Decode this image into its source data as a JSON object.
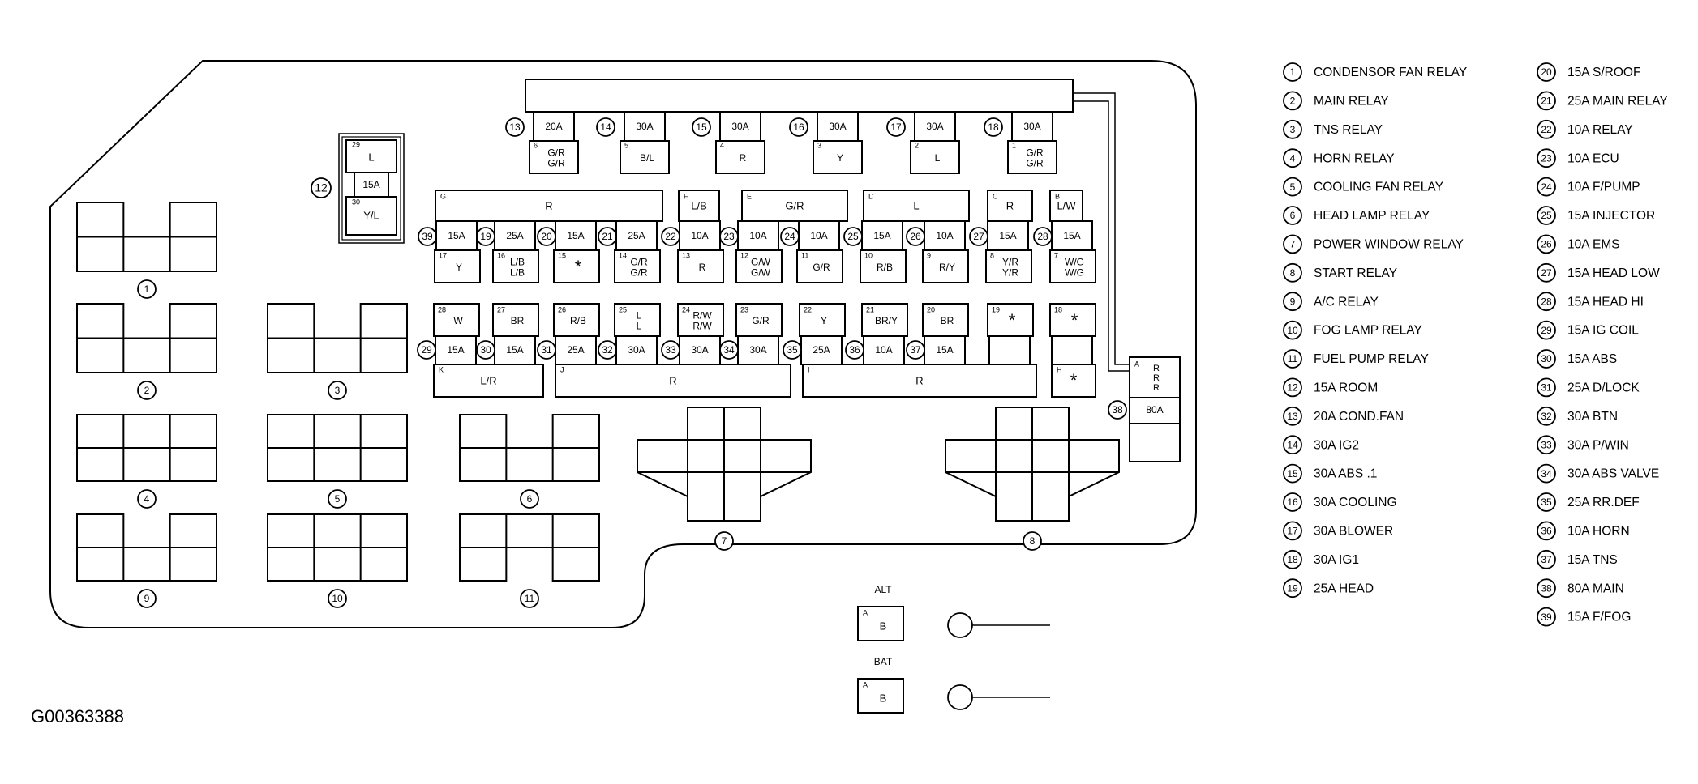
{
  "image_code": "G00363388",
  "relay_numbers": [
    "1",
    "2",
    "3",
    "4",
    "5",
    "6",
    "7",
    "8",
    "9",
    "10",
    "11",
    "12",
    "38"
  ],
  "small_relay_12": {
    "top": "L",
    "mid": "15A",
    "bot": "Y/L",
    "n_top": "29",
    "n_bot": "30"
  },
  "top_fuses": [
    {
      "num": "13",
      "amp": "20A",
      "pos": "6",
      "wire": "G/R G/R"
    },
    {
      "num": "14",
      "amp": "30A",
      "pos": "5",
      "wire": "B/L"
    },
    {
      "num": "15",
      "amp": "30A",
      "pos": "4",
      "wire": "R"
    },
    {
      "num": "16",
      "amp": "30A",
      "pos": "3",
      "wire": "Y"
    },
    {
      "num": "17",
      "amp": "30A",
      "pos": "2",
      "wire": "L"
    },
    {
      "num": "18",
      "amp": "30A",
      "pos": "1",
      "wire": "G/R G/R"
    }
  ],
  "row1_connectors": [
    {
      "pos": "G",
      "wire": "R"
    },
    {
      "pos": "F",
      "wire": "L/B"
    },
    {
      "pos": "E",
      "wire": "G/R"
    },
    {
      "pos": "D",
      "wire": "L"
    },
    {
      "pos": "C",
      "wire": "R"
    },
    {
      "pos": "B",
      "wire": "L/W"
    }
  ],
  "row1_fuses": [
    {
      "num": "39",
      "amp": "15A",
      "pos": "17",
      "wire": "Y"
    },
    {
      "num": "19",
      "amp": "25A",
      "pos": "16",
      "wire": "L/B L/B"
    },
    {
      "num": "20",
      "amp": "15A",
      "pos": "15",
      "wire": "*"
    },
    {
      "num": "21",
      "amp": "25A",
      "pos": "14",
      "wire": "G/R G/R"
    },
    {
      "num": "22",
      "amp": "10A",
      "pos": "13",
      "wire": "R"
    },
    {
      "num": "23",
      "amp": "10A",
      "pos": "12",
      "wire": "G/W G/W"
    },
    {
      "num": "24",
      "amp": "10A",
      "pos": "11",
      "wire": "G/R"
    },
    {
      "num": "25",
      "amp": "15A",
      "pos": "10",
      "wire": "R/B"
    },
    {
      "num": "26",
      "amp": "10A",
      "pos": "9",
      "wire": "R/Y"
    },
    {
      "num": "27",
      "amp": "15A",
      "pos": "8",
      "wire": "Y/R Y/R"
    },
    {
      "num": "28",
      "amp": "15A",
      "pos": "7",
      "wire": "W/G W/G"
    }
  ],
  "row2_fuses": [
    {
      "num": "29",
      "amp": "15A",
      "pos": "28",
      "wire": "W"
    },
    {
      "num": "30",
      "amp": "15A",
      "pos": "27",
      "wire": "BR"
    },
    {
      "num": "31",
      "amp": "25A",
      "pos": "26",
      "wire": "R/B"
    },
    {
      "num": "32",
      "amp": "30A",
      "pos": "25",
      "wire": "L L"
    },
    {
      "num": "33",
      "amp": "30A",
      "pos": "24",
      "wire": "R/W R/W"
    },
    {
      "num": "34",
      "amp": "30A",
      "pos": "23",
      "wire": "G/R"
    },
    {
      "num": "35",
      "amp": "25A",
      "pos": "22",
      "wire": "Y"
    },
    {
      "num": "36",
      "amp": "10A",
      "pos": "21",
      "wire": "BR/Y"
    },
    {
      "num": "37",
      "amp": "15A",
      "pos": "20",
      "wire": "BR"
    },
    {
      "num": "",
      "amp": "",
      "pos": "19",
      "wire": "*"
    },
    {
      "num": "",
      "amp": "",
      "pos": "18",
      "wire": "*"
    }
  ],
  "row2_connectors": [
    {
      "pos": "K",
      "wire": "L/R"
    },
    {
      "pos": "J",
      "wire": "R"
    },
    {
      "pos": "I",
      "wire": "R"
    },
    {
      "pos": "H",
      "wire": "*"
    }
  ],
  "main_connector": {
    "pos": "A",
    "wire": "R R R",
    "num": "38",
    "amp": "80A"
  },
  "alt": {
    "label": "ALT",
    "pos": "A",
    "wire": "B"
  },
  "bat": {
    "label": "BAT",
    "pos": "A",
    "wire": "B"
  },
  "legend": [
    {
      "num": "1",
      "text": "CONDENSOR FAN RELAY"
    },
    {
      "num": "2",
      "text": "MAIN RELAY"
    },
    {
      "num": "3",
      "text": "TNS RELAY"
    },
    {
      "num": "4",
      "text": "HORN RELAY"
    },
    {
      "num": "5",
      "text": "COOLING FAN RELAY"
    },
    {
      "num": "6",
      "text": "HEAD LAMP RELAY"
    },
    {
      "num": "7",
      "text": "POWER WINDOW RELAY"
    },
    {
      "num": "8",
      "text": "START RELAY"
    },
    {
      "num": "9",
      "text": "A/C RELAY"
    },
    {
      "num": "10",
      "text": "FOG LAMP RELAY"
    },
    {
      "num": "11",
      "text": "FUEL PUMP RELAY"
    },
    {
      "num": "12",
      "text": "15A  ROOM"
    },
    {
      "num": "13",
      "text": "20A COND.FAN"
    },
    {
      "num": "14",
      "text": "30A IG2"
    },
    {
      "num": "15",
      "text": "30A ABS .1"
    },
    {
      "num": "16",
      "text": "30A COOLING"
    },
    {
      "num": "17",
      "text": "30A BLOWER"
    },
    {
      "num": "18",
      "text": "30A IG1"
    },
    {
      "num": "19",
      "text": "25A HEAD"
    },
    {
      "num": "20",
      "text": "15A S/ROOF"
    },
    {
      "num": "21",
      "text": "25A MAIN RELAY"
    },
    {
      "num": "22",
      "text": "10A RELAY"
    },
    {
      "num": "23",
      "text": "10A ECU"
    },
    {
      "num": "24",
      "text": "10A F/PUMP"
    },
    {
      "num": "25",
      "text": "15A INJECTOR"
    },
    {
      "num": "26",
      "text": "10A EMS"
    },
    {
      "num": "27",
      "text": "15A HEAD LOW"
    },
    {
      "num": "28",
      "text": "15A HEAD HI"
    },
    {
      "num": "29",
      "text": "15A IG COIL"
    },
    {
      "num": "30",
      "text": "15A ABS"
    },
    {
      "num": "31",
      "text": "25A D/LOCK"
    },
    {
      "num": "32",
      "text": "30A BTN"
    },
    {
      "num": "33",
      "text": "30A P/WIN"
    },
    {
      "num": "34",
      "text": "30A ABS VALVE"
    },
    {
      "num": "35",
      "text": "25A RR.DEF"
    },
    {
      "num": "36",
      "text": "10A HORN"
    },
    {
      "num": "37",
      "text": "15A TNS"
    },
    {
      "num": "38",
      "text": "80A MAIN"
    },
    {
      "num": "39",
      "text": "15A F/FOG"
    }
  ]
}
